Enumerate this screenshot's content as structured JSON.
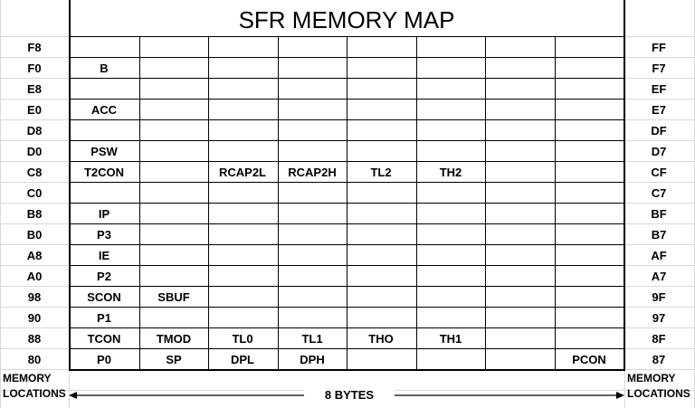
{
  "title": "SFR MEMORY MAP",
  "footer": {
    "left_label_line1": "MEMORY",
    "left_label_line2": "LOCATIONS",
    "right_label_line1": "MEMORY",
    "right_label_line2": "LOCATIONS",
    "bytes_label": "8 BYTES"
  },
  "rows": [
    {
      "left": "F8",
      "right": "FF",
      "cells": [
        "",
        "",
        "",
        "",
        "",
        "",
        "",
        ""
      ]
    },
    {
      "left": "F0",
      "right": "F7",
      "cells": [
        "B",
        "",
        "",
        "",
        "",
        "",
        "",
        ""
      ]
    },
    {
      "left": "E8",
      "right": "EF",
      "cells": [
        "",
        "",
        "",
        "",
        "",
        "",
        "",
        ""
      ]
    },
    {
      "left": "E0",
      "right": "E7",
      "cells": [
        "ACC",
        "",
        "",
        "",
        "",
        "",
        "",
        ""
      ]
    },
    {
      "left": "D8",
      "right": "DF",
      "cells": [
        "",
        "",
        "",
        "",
        "",
        "",
        "",
        ""
      ]
    },
    {
      "left": "D0",
      "right": "D7",
      "cells": [
        "PSW",
        "",
        "",
        "",
        "",
        "",
        "",
        ""
      ]
    },
    {
      "left": "C8",
      "right": "CF",
      "cells": [
        "T2CON",
        "",
        "RCAP2L",
        "RCAP2H",
        "TL2",
        "TH2",
        "",
        ""
      ]
    },
    {
      "left": "C0",
      "right": "C7",
      "cells": [
        "",
        "",
        "",
        "",
        "",
        "",
        "",
        ""
      ]
    },
    {
      "left": "B8",
      "right": "BF",
      "cells": [
        "IP",
        "",
        "",
        "",
        "",
        "",
        "",
        ""
      ]
    },
    {
      "left": "B0",
      "right": "B7",
      "cells": [
        "P3",
        "",
        "",
        "",
        "",
        "",
        "",
        ""
      ]
    },
    {
      "left": "A8",
      "right": "AF",
      "cells": [
        "IE",
        "",
        "",
        "",
        "",
        "",
        "",
        ""
      ]
    },
    {
      "left": "A0",
      "right": "A7",
      "cells": [
        "P2",
        "",
        "",
        "",
        "",
        "",
        "",
        ""
      ]
    },
    {
      "left": "98",
      "right": "9F",
      "cells": [
        "SCON",
        "SBUF",
        "",
        "",
        "",
        "",
        "",
        ""
      ]
    },
    {
      "left": "90",
      "right": "97",
      "cells": [
        "P1",
        "",
        "",
        "",
        "",
        "",
        "",
        ""
      ]
    },
    {
      "left": "88",
      "right": "8F",
      "cells": [
        "TCON",
        "TMOD",
        "TL0",
        "TL1",
        "THO",
        "TH1",
        "",
        ""
      ]
    },
    {
      "left": "80",
      "right": "87",
      "cells": [
        "P0",
        "SP",
        "DPL",
        "DPH",
        "",
        "",
        "",
        "PCON"
      ]
    }
  ]
}
